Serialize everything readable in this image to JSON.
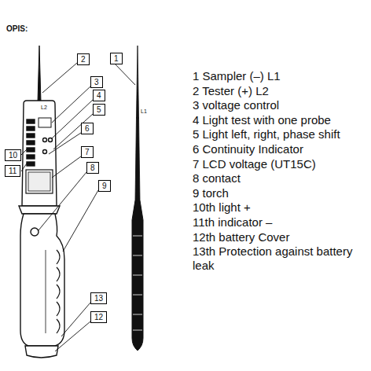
{
  "diagram": {
    "labels": [
      "OPIS:",
      "2",
      "1",
      "3",
      "4",
      "5",
      "6",
      "7",
      "10",
      "11",
      "8",
      "9",
      "13",
      "12",
      "L2",
      "L1",
      "1 Sampler (–) L1",
      "2 Tester (+) L2",
      "3 voltage control",
      "4 Light test with one probe",
      "5 Light left, right, phase shift",
      "6 Continuity Indicator",
      "7 LCD voltage (UT15C)",
      "8 contact",
      "9 torch",
      "10th light +",
      "11th indicator –",
      "12th battery Cover",
      "13th Protection against battery leak"
    ]
  }
}
